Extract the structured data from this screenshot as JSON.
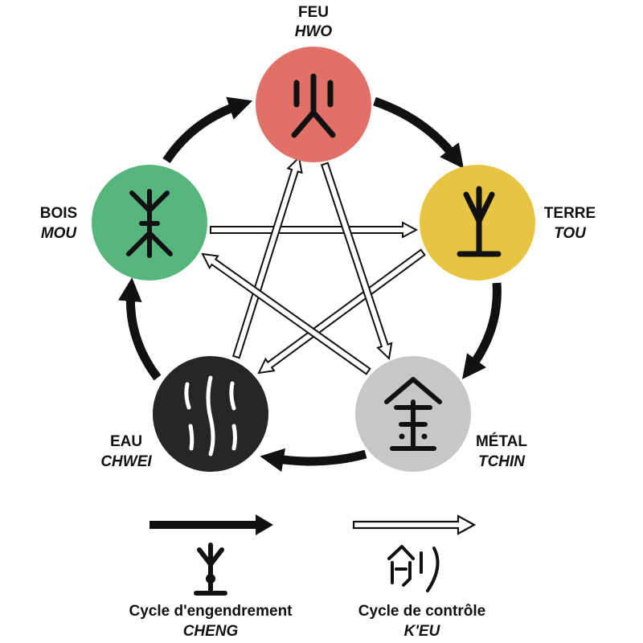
{
  "elements": {
    "fire": {
      "name": "FEU",
      "transliteration": "HWO",
      "color": "#e07068"
    },
    "earth": {
      "name": "TERRE",
      "transliteration": "TOU",
      "color": "#e8c443"
    },
    "metal": {
      "name": "MÉTAL",
      "transliteration": "TCHIN",
      "color": "#c6c7c9"
    },
    "water": {
      "name": "EAU",
      "transliteration": "CHWEI",
      "color": "#262626"
    },
    "wood": {
      "name": "BOIS",
      "transliteration": "MOU",
      "color": "#55b57d"
    }
  },
  "legend": {
    "generation": {
      "label": "Cycle d'engendrement",
      "transliteration": "CHENG"
    },
    "control": {
      "label": "Cycle de contrôle",
      "transliteration": "K'EU"
    }
  },
  "colors": {
    "arrow_generation": "#111111",
    "arrow_control_fill": "#ffffff",
    "arrow_control_stroke": "#111111"
  }
}
